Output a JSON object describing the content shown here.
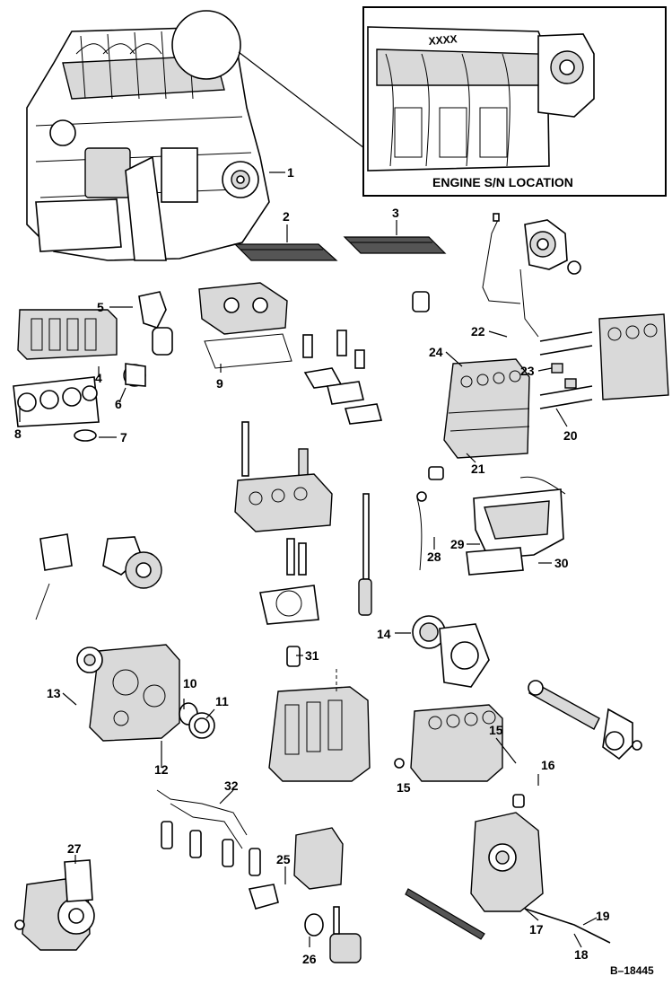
{
  "inset": {
    "label": "ENGINE S/N LOCATION",
    "stamp": "XXXX"
  },
  "figure_id": "B–18445",
  "callouts": [
    "1",
    "2",
    "3",
    "4",
    "5",
    "6",
    "7",
    "8",
    "9",
    "10",
    "11",
    "12",
    "13",
    "14",
    "15",
    "15",
    "16",
    "17",
    "18",
    "19",
    "20",
    "21",
    "22",
    "23",
    "24",
    "25",
    "26",
    "27",
    "28",
    "29",
    "30",
    "31",
    "32"
  ],
  "icons": [
    "engine-assembly-icon",
    "gasket-icon",
    "cylinder-head-icon",
    "exhaust-manifold-icon",
    "crankcase-icon",
    "oil-pan-icon",
    "camshaft-icon",
    "gear-case-icon",
    "fuel-pump-icon",
    "injector-icon",
    "turbocharger-icon",
    "water-pump-icon",
    "oil-filter-icon",
    "cylinder-block-icon"
  ]
}
